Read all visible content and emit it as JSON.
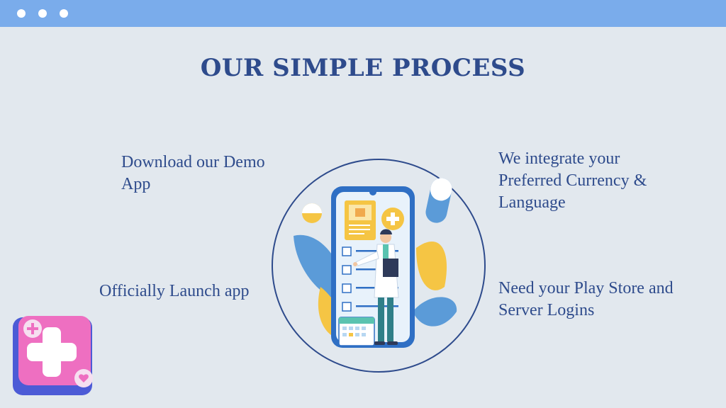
{
  "window": {
    "controls": [
      "dot",
      "dot",
      "dot"
    ]
  },
  "page": {
    "title": "OUR SIMPLE PROCESS"
  },
  "steps": [
    {
      "text": "Download our Demo App"
    },
    {
      "text": "We integrate your Preferred Currency & Language"
    },
    {
      "text": "Officially Launch app"
    },
    {
      "text": "Need your Play Store and Server Logins"
    }
  ],
  "illustration": {
    "icon": "doctor-phone-illustration",
    "accent_color": "#2e4b8c"
  },
  "badge": {
    "icon": "medical-cross-icon"
  },
  "colors": {
    "title_bar": "#7aaceb",
    "text": "#2e4b8c",
    "background": "#e2e8ee"
  }
}
